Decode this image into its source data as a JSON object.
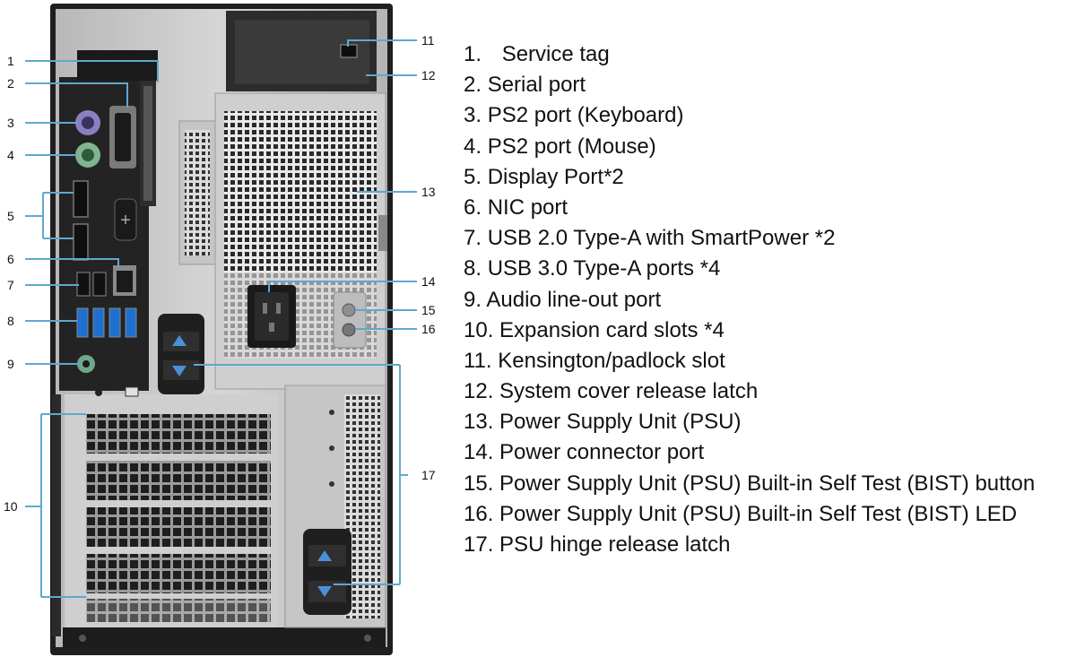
{
  "callouts": [
    "1",
    "2",
    "3",
    "4",
    "5",
    "6",
    "7",
    "8",
    "9",
    "10",
    "11",
    "12",
    "13",
    "14",
    "15",
    "16",
    "17"
  ],
  "legend": [
    {
      "num": "1.",
      "text": "Service tag"
    },
    {
      "num": "2.",
      "text": "Serial port"
    },
    {
      "num": "3.",
      "text": "PS2 port (Keyboard)"
    },
    {
      "num": "4.",
      "text": "PS2 port (Mouse)"
    },
    {
      "num": "5.",
      "text": "Display Port*2"
    },
    {
      "num": "6.",
      "text": "NIC port"
    },
    {
      "num": "7.",
      "text": "USB 2.0 Type-A with SmartPower *2"
    },
    {
      "num": "8.",
      "text": "USB 3.0 Type-A ports *4"
    },
    {
      "num": "9.",
      "text": "Audio line-out port"
    },
    {
      "num": "10.",
      "text": "Expansion card slots *4"
    },
    {
      "num": "11.",
      "text": "Kensington/padlock slot"
    },
    {
      "num": "12.",
      "text": "System cover release latch"
    },
    {
      "num": "13.",
      "text": "Power Supply Unit (PSU)"
    },
    {
      "num": "14.",
      "text": "Power connector port"
    },
    {
      "num": "15.",
      "text": "Power Supply Unit (PSU) Built-in Self Test (BIST) button"
    },
    {
      "num": "16.",
      "text": "Power Supply Unit (PSU) Built-in Self Test (BIST) LED"
    },
    {
      "num": "17.",
      "text": "PSU hinge release latch"
    }
  ],
  "colors": {
    "chassis": "#2b2b2b",
    "panel": "#c9c9c9",
    "callout_line": "#5fa8cf",
    "usb3_blue": "#1f6fd1",
    "ps2_purple": "#8a7fc0",
    "ps2_green": "#7fb58f",
    "audio_green": "#6ea88a"
  }
}
